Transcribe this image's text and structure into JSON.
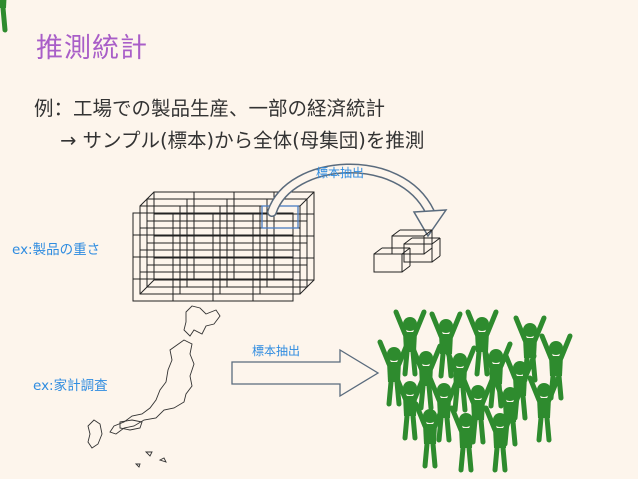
{
  "slide": {
    "title": "推測統計",
    "example_line": "例：工場での製品生産、一部の経済統計",
    "inference_line": "→ サンプル(標本)から全体(母集団)を推測",
    "product_example_label": "ex:製品の重さ",
    "household_example_label": "ex:家計調査",
    "sampling_label_top": "標本抽出",
    "sampling_label_bottom": "標本抽出"
  },
  "colors": {
    "title": "#a95ec8",
    "link": "#2f8ce0",
    "people": "#2e8b2e",
    "arrow_outline": "#5a6b7d"
  },
  "icons": {
    "box_grid": "wireframe-box-grid-icon",
    "sample_boxes": "sample-boxes-icon",
    "curved_arrow": "curved-arrow-icon",
    "japan_map": "japan-map-icon",
    "right_arrow": "right-arrow-icon",
    "crowd": "cheering-crowd-icon"
  }
}
